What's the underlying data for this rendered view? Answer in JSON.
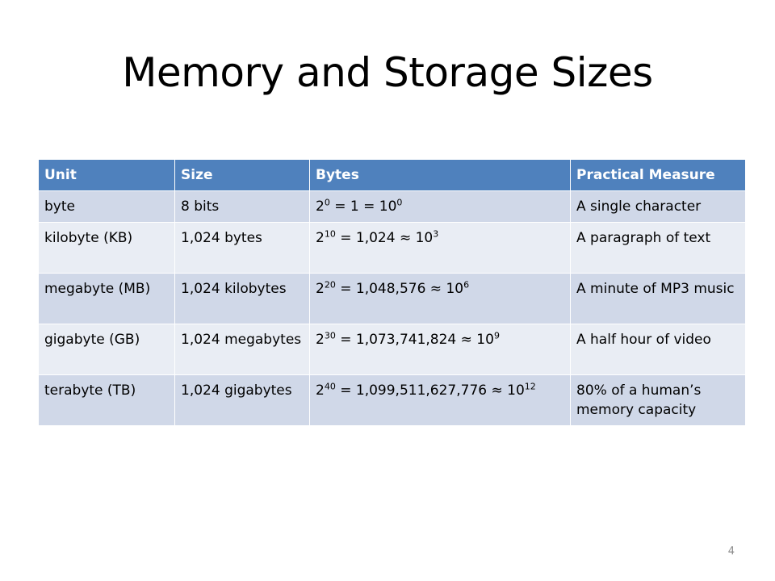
{
  "slide": {
    "title": "Memory and Storage Sizes",
    "page_number": "4"
  },
  "table": {
    "headers": [
      "Unit",
      "Size",
      "Bytes",
      "Practical Measure"
    ],
    "rows": [
      {
        "unit": "byte",
        "size": "8 bits",
        "bytes": {
          "exp": "0",
          "mid": " = 1 = 10",
          "exp2": "0"
        },
        "practical": "A single character"
      },
      {
        "unit": "kilobyte (KB)",
        "size": "1,024 bytes",
        "bytes": {
          "exp": "10",
          "mid": " = 1,024 ≈ 10",
          "exp2": "3"
        },
        "practical": "A paragraph of text"
      },
      {
        "unit": "megabyte (MB)",
        "size": "1,024 kilobytes",
        "bytes": {
          "exp": "20",
          "mid": " = 1,048,576 ≈ 10",
          "exp2": "6"
        },
        "practical": "A minute of MP3 music"
      },
      {
        "unit": "gigabyte (GB)",
        "size": "1,024 megabytes",
        "bytes": {
          "exp": "30",
          "mid": " = 1,073,741,824 ≈ 10",
          "exp2": "9"
        },
        "practical": "A half hour of video"
      },
      {
        "unit": "terabyte (TB)",
        "size": "1,024 gigabytes",
        "bytes": {
          "exp": "40",
          "mid": " = 1,099,511,627,776 ≈ 10",
          "exp2": "12"
        },
        "practical": "80% of a human’s memory capacity"
      }
    ]
  },
  "colors": {
    "header_bg": "#4f81bd",
    "row_dark": "#d0d8e8",
    "row_light": "#e9edf4"
  }
}
